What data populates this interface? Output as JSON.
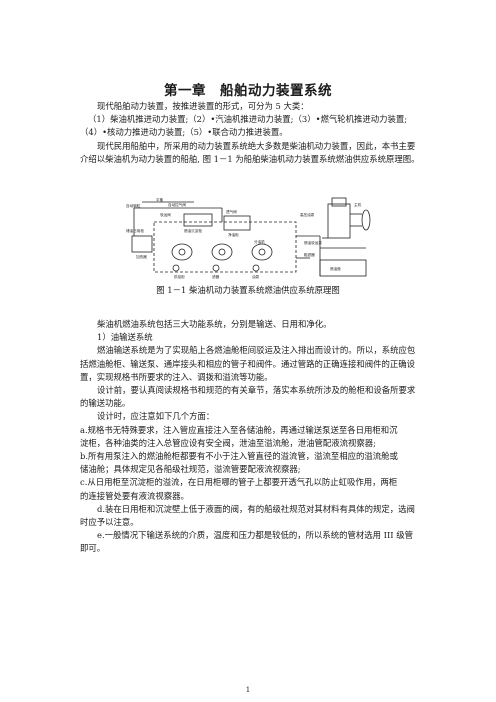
{
  "title": "第一章　船舶动力装置系统",
  "intro": {
    "line1": "现代船舶动力装置，按推进装置的形式，可分为 5 大类：",
    "line2": "（1）柴油机推进动力装置;（2）•汽油机推进动力装置;（3）•燃气轮机推进动力装置;",
    "line3": "（4）•核动力推进动力装置;（5）•联合动力推进装置。",
    "line4": "现代民用船舶中，所采用的动力装置系统绝大多数是柴油机动力装置，因此，本书主要",
    "line5": "介绍以柴油机为动力装置的船舶, 图 1－1 为船舶柴油机动力装置系统燃油供应系统原理图。"
  },
  "figure": {
    "labels": {
      "l1": "平衡",
      "l2": "自动控气阀",
      "l3": "自动钢粒",
      "l4": "驳运阀",
      "l5": "储油日用柜",
      "l6": "透气阀",
      "l7": "燃油沉淀柜",
      "l8": "净油柜",
      "l9": "分油机",
      "l10": "燃油驳运泵",
      "l11": "主机",
      "l12": "高压油泵",
      "l13": "加热器",
      "l14": "供给柜",
      "l15": "滤器",
      "l16": "油泵",
      "l17": "粗滤器",
      "l18": "燃油舱"
    }
  },
  "caption": "图 1－1  柴油机动力装置系统燃油供应系统原理图",
  "body": {
    "p1": "柴油机燃油系统包括三大功能系统，分别是输送、日用和净化。",
    "h1": "1）油输送系统",
    "p2a": "燃油输送系统是为了实现船上各燃油舱柜间驳运及注入排出而设计的。所以，系统应包",
    "p2b": "括燃油舱柜、输送泵、通岸接头和相应的管子和阀件。通过管路的正确连接和阀件的正确设",
    "p2c": "置，实现规格书所要求的注入、调拨和溢流等功能。",
    "p3a": "设计前，要认真阅读规格书和规范的有关章节，落实本系统所涉及的舱柜和设备所要求",
    "p3b": "的输送功能。",
    "p4": "设计时，应注意如下几个方面：",
    "a1": "a.规格书无特殊要求，注入管应直接注入至各储油舱，再通过输送泵送至各日用柜和沉",
    "a2": "淀柜，各种油类的注入总管应设有安全阀，泄油至溢流舱，泄油管配液流视察器;",
    "b1": "b.所有用泵注入的燃油舱柜都要有不小于注入管直径的溢流管，溢流至相应的溢流舱或",
    "b2": "储油舱；具体规定见各船级社规范，溢流管要配液流视察器;",
    "c1": "c.从日用柜至沉淀柜的溢流，在日用柜哪的管子上都要开透气孔以防止虹吸作用，两柜",
    "c2": "的连接管处要有液流视察器。",
    "d1": "d.装在日用柜和沉淀壁上低于液面的阀，有的船级社规范对其材料有具体的规定，选阀",
    "d2": "时应予以注意。",
    "e1": "e.一般情况下输送系统的介质，温度和压力都是较低的，所以系统的管材选用  III  级管",
    "e2": "即可。"
  },
  "page_number": "1"
}
